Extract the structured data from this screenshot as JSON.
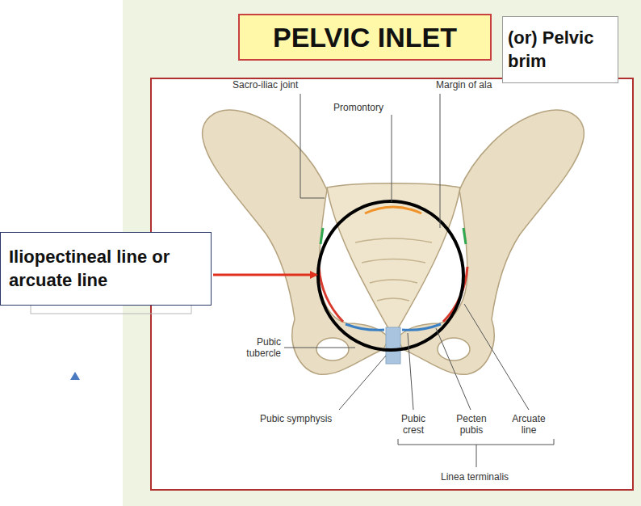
{
  "diagram": {
    "title": "PELVIC INLET",
    "nodes": [
      {
        "text": [
          "(or) Pelvic brim"
        ]
      },
      {
        "text": [
          "Iliopectineal line or arcuate line"
        ]
      }
    ],
    "labels": [
      "Sacro-iliac joint",
      "Margin of ala",
      "Promontory",
      "Pubic tubercle",
      "Pubic symphysis",
      "Pubic crest",
      "Pecten pubis",
      "Arcuate line",
      "Linea terminalis"
    ]
  }
}
